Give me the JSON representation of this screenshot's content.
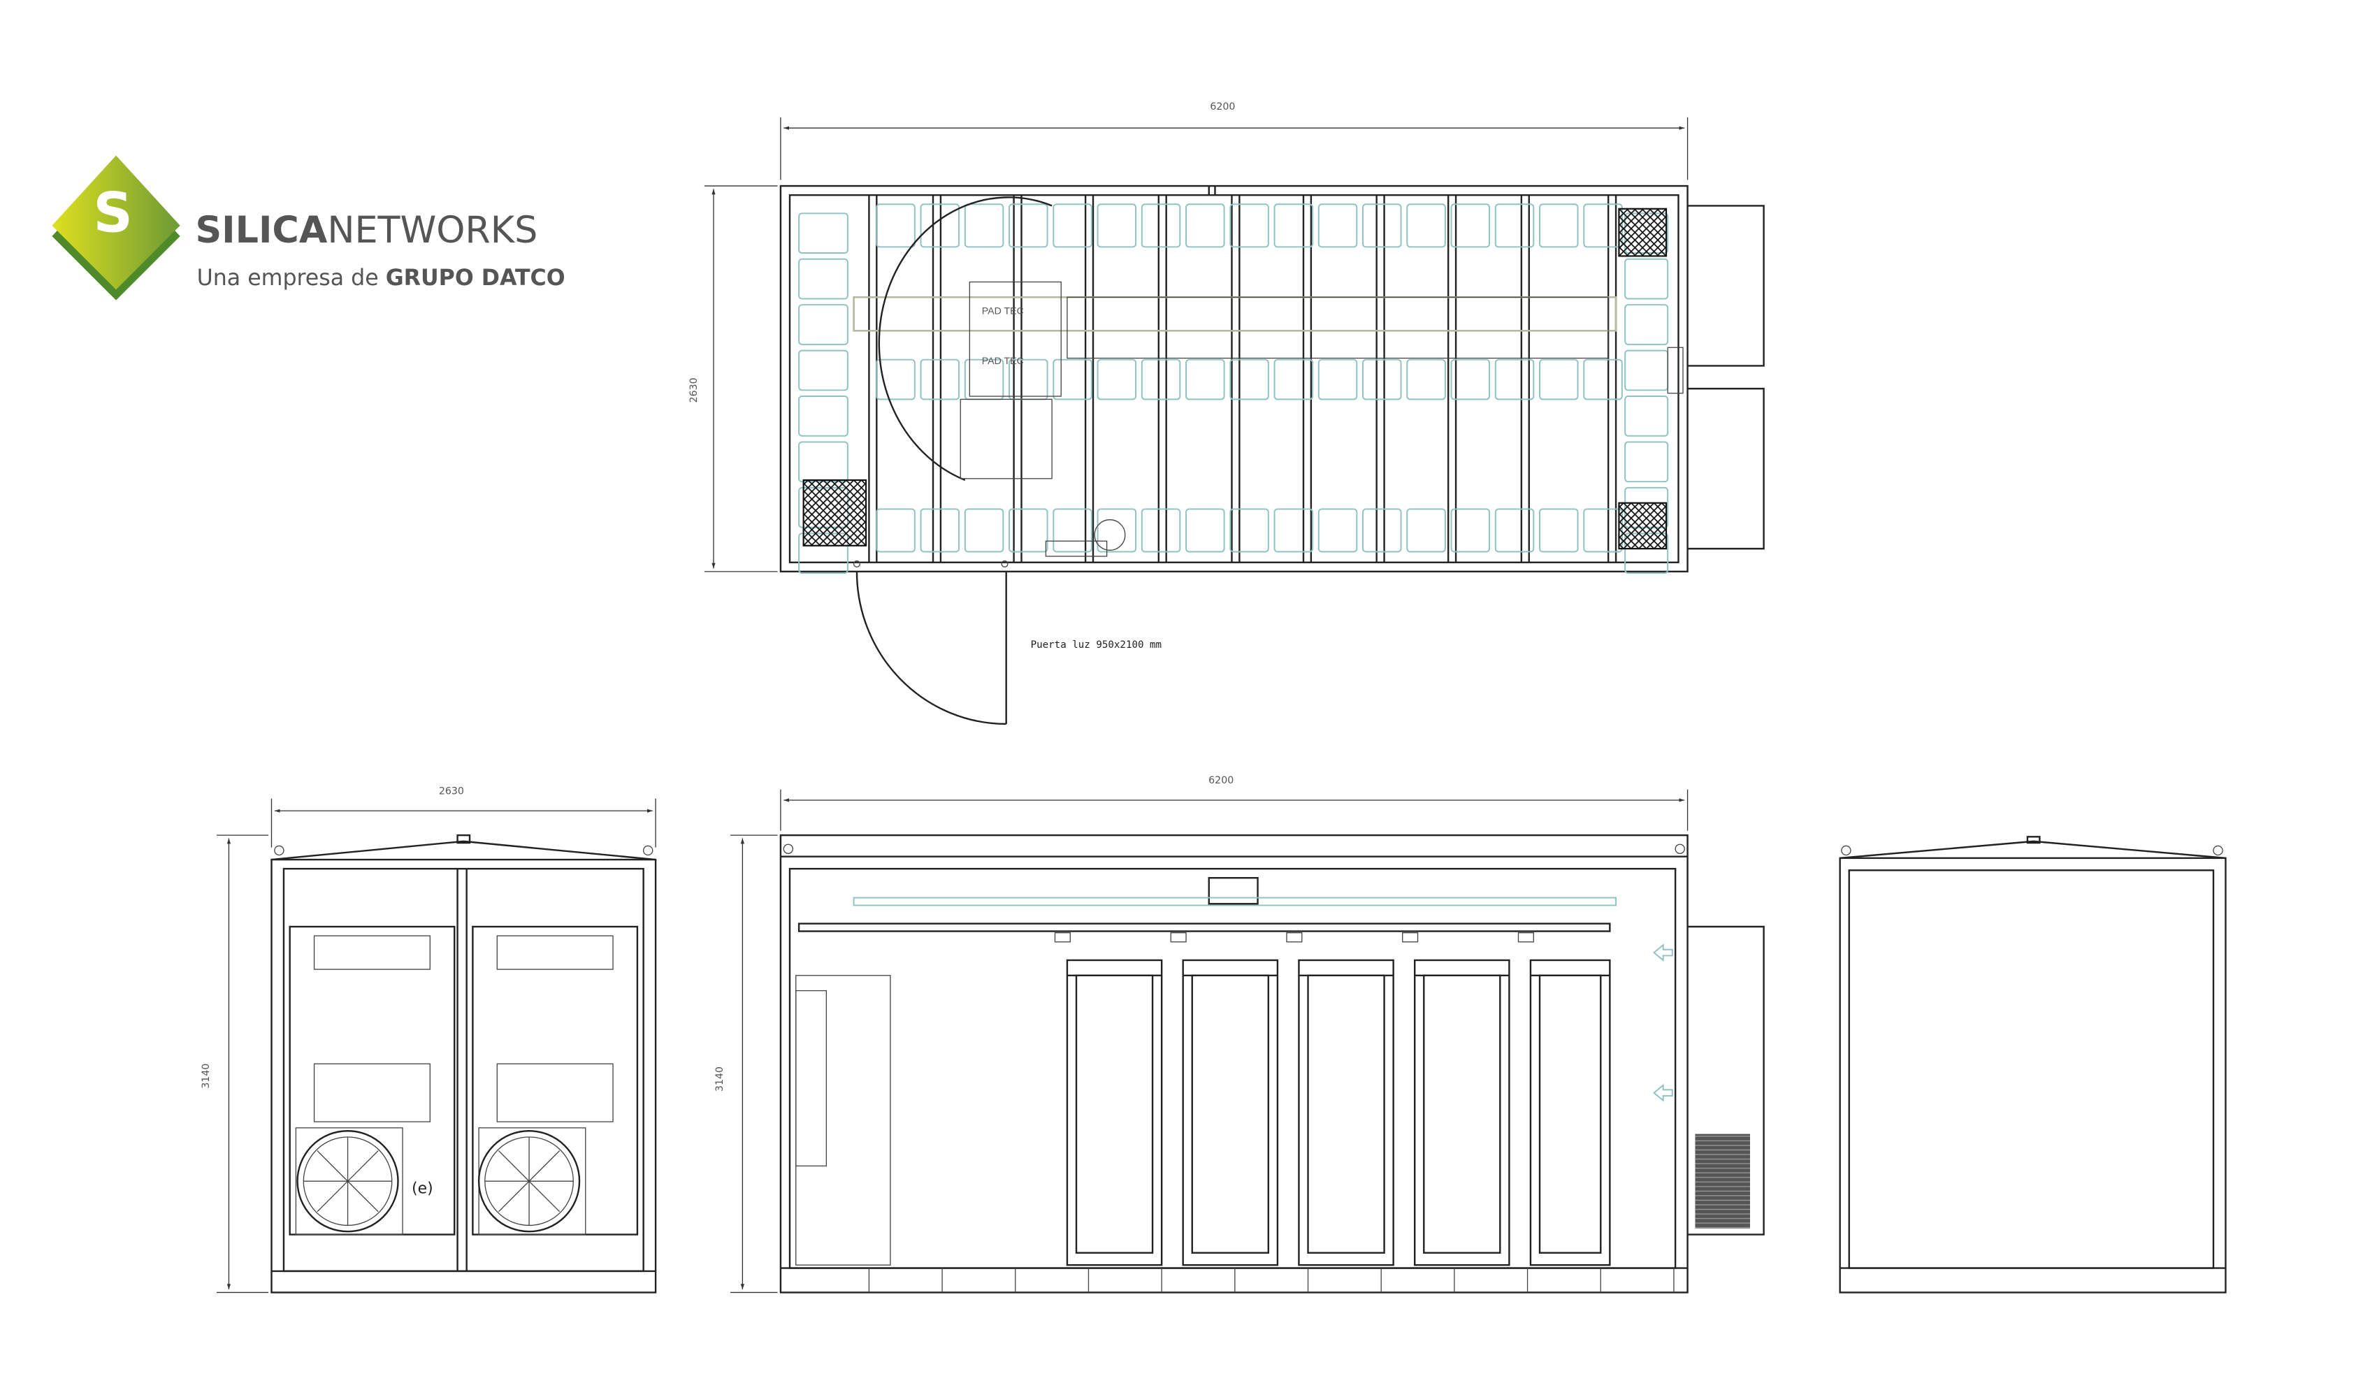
{
  "logo": {
    "brand_bold": "SILICA",
    "brand_light": "NETWORKS",
    "tagline_prefix": "Una empresa de ",
    "tagline_bold": "GRUPO DATCO",
    "mark_letter": "S",
    "colors": {
      "green_light": "#d4dc25",
      "green_dark": "#5a8c2e",
      "text": "#555555"
    }
  },
  "plan_view": {
    "width_dim": "6200",
    "depth_dim": "2630",
    "rack_labels": [
      "PAD TEC",
      "PAD TEC"
    ],
    "door_note": "Puerta luz 950x2100 mm"
  },
  "end_view_left": {
    "width_dim": "2630",
    "height_dim": "3140",
    "unit_label": "(e)"
  },
  "side_view": {
    "width_dim": "6200",
    "height_dim": "3140"
  },
  "end_view_right": {}
}
